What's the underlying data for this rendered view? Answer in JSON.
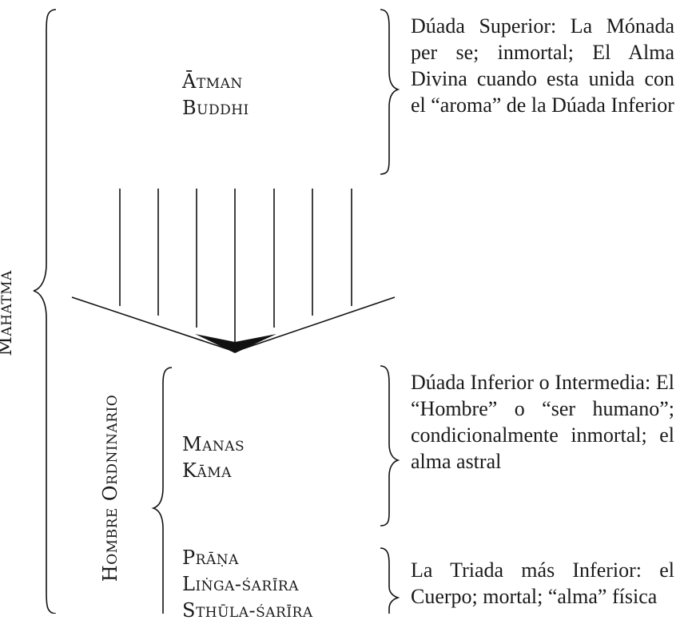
{
  "vertical_labels": {
    "outer": "Mahātma",
    "inner": "Hombre Ordninario"
  },
  "upper_principles": [
    "Ātman",
    "Buddhi"
  ],
  "middle_principles": [
    "Manas",
    "Kāma"
  ],
  "lower_principles": [
    "Prāṇa",
    "Liṅga-śarīra",
    "Sthūla-śarīra"
  ],
  "descriptions": {
    "upper_dyad": "Dúada Superior: La Mónada per se; inmortal; El Alma Divina cuando esta unida con el “aroma” de la Dúada Inferior",
    "lower_dyad": "Dúada Inferior o Intermedia: El “Hombre” o “ser humano”; condicionalmente inmortal; el alma astral",
    "lowest_triad": "La Triada más Inferior: el Cuerpo; mortal; “alma” física"
  }
}
